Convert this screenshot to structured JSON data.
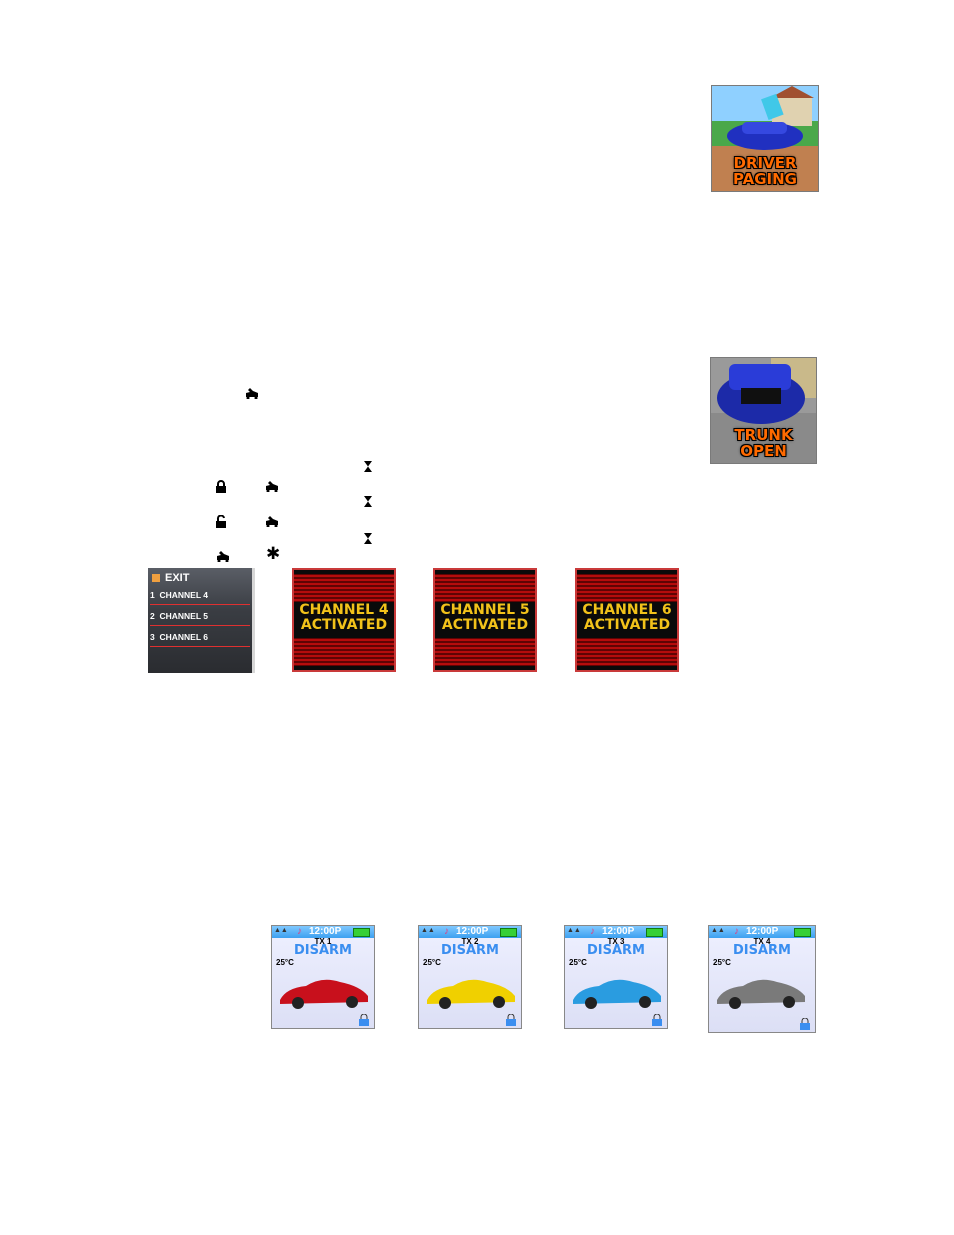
{
  "thumbnails": {
    "driver_paging": {
      "line1": "DRIVER",
      "line2": "PAGING"
    },
    "trunk_open": {
      "line1": "TRUNK",
      "line2": "OPEN"
    }
  },
  "icons": {
    "asterisk": "✱",
    "hourglass": "⧗"
  },
  "channel_menu": {
    "exit_label": "EXIT",
    "items": [
      {
        "num": "1",
        "label": "CHANNEL 4"
      },
      {
        "num": "2",
        "label": "CHANNEL 5"
      },
      {
        "num": "3",
        "label": "CHANNEL 6"
      }
    ]
  },
  "channel_tiles": [
    {
      "line1": "CHANNEL 4",
      "line2": "ACTIVATED"
    },
    {
      "line1": "CHANNEL 5",
      "line2": "ACTIVATED"
    },
    {
      "line1": "CHANNEL 6",
      "line2": "ACTIVATED"
    }
  ],
  "tx_screens": [
    {
      "tx": "TX 1",
      "status": "DISARM",
      "time": "12:00P",
      "temp": "25°C",
      "car_color": "#c8101c"
    },
    {
      "tx": "TX 2",
      "status": "DISARM",
      "time": "12:00P",
      "temp": "25°C",
      "car_color": "#f0d000"
    },
    {
      "tx": "TX 3",
      "status": "DISARM",
      "time": "12:00P",
      "temp": "25°C",
      "car_color": "#2a9ce0"
    },
    {
      "tx": "TX 4",
      "status": "DISARM",
      "time": "12:00P",
      "temp": "25°C",
      "car_color": "#7a7a7a"
    }
  ]
}
